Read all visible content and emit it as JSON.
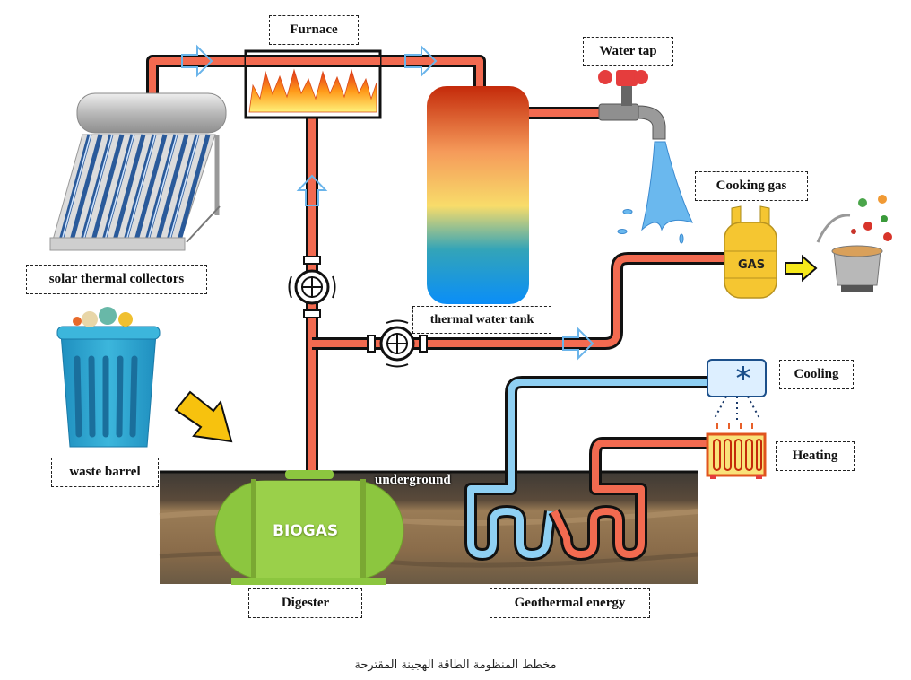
{
  "diagram": {
    "caption": "مخطط المنظومة الطاقة الهجينة المقترحة",
    "labels": {
      "furnace": "Furnace",
      "water_tap": "Water tap",
      "solar_collectors": "solar thermal collectors",
      "cooking_gas": "Cooking gas",
      "thermal_water_tank": "thermal water tank",
      "cooling": "Cooling",
      "heating": "Heating",
      "waste_barrel": "waste barrel",
      "digester": "Digester",
      "geothermal_energy": "Geothermal energy",
      "underground": "underground"
    },
    "component_text": {
      "biogas_tank": "BIOGAS",
      "gas_cylinder": "GAS"
    },
    "colors": {
      "hot_pipe": "#f26a50",
      "cold_pipe": "#8fd0f3",
      "pipe_outline": "#111111",
      "flow_arrow": "#6ab4ea",
      "biogas_tank": "#8cc63f",
      "gas_cylinder": "#f5c631",
      "soil": "#7a6248"
    }
  }
}
